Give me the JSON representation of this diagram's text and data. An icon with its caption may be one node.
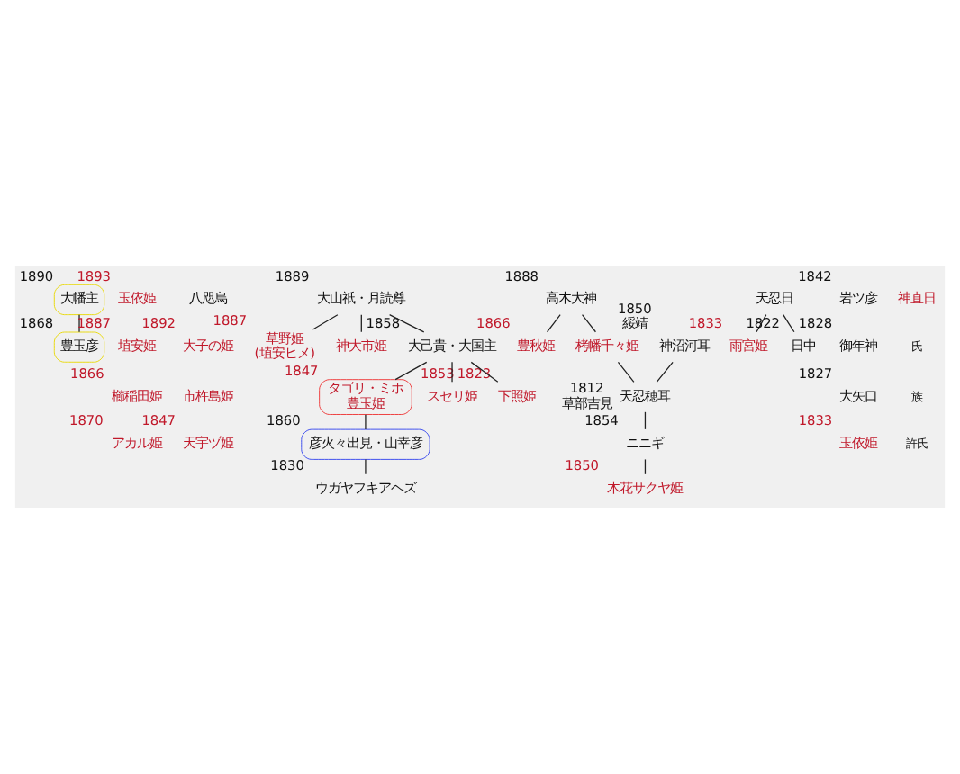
{
  "diagram": {
    "nodes": [
      {
        "text": [
          "大幡主"
        ],
        "beside": [
          "1890"
        ]
      },
      {
        "text": [
          "豊玉彦"
        ],
        "beside": [
          "1868"
        ]
      },
      {
        "text": [
          "玉依姫"
        ],
        "beside": [
          "1893"
        ]
      },
      {
        "text": [
          "埴安姫"
        ],
        "beside": [
          "1887"
        ]
      },
      {
        "text": [
          "櫛稲田姫"
        ],
        "beside": [
          "1866"
        ]
      },
      {
        "text": [
          "アカル姫"
        ],
        "beside": [
          "1870"
        ]
      },
      {
        "text": [
          "八咫烏"
        ]
      },
      {
        "text": [
          "大子の姫"
        ],
        "beside": [
          "1892"
        ]
      },
      {
        "text": [
          "草野姫",
          "(埴安ヒメ)"
        ],
        "beside": [
          "1887"
        ]
      },
      {
        "text": [
          "大山祇・月読尊"
        ],
        "beside": [
          "1889"
        ]
      },
      {
        "text": [
          "高木大神"
        ],
        "beside": [
          "1888"
        ]
      },
      {
        "text": [
          "神大市姫"
        ]
      },
      {
        "text": [
          "豊秋姫"
        ],
        "beside": [
          "1866"
        ]
      },
      {
        "text": [
          "栲幡千々姫"
        ]
      },
      {
        "text": [
          "神沼河耳"
        ],
        "beside": [
          "1850",
          "綏靖"
        ]
      },
      {
        "text": [
          "天忍穂耳"
        ],
        "beside": [
          "1812",
          "草部吉見"
        ]
      },
      {
        "text": [
          "大己貴・大国主"
        ],
        "beside": [
          "1858"
        ]
      },
      {
        "text": [
          "タゴリ・ミホ",
          "豊玉姫"
        ],
        "beside": [
          "1847"
        ]
      },
      {
        "text": [
          "彦火々出見・山幸彦"
        ],
        "beside": [
          "1860"
        ]
      },
      {
        "text": [
          "スセリ姫"
        ],
        "beside": [
          "1853"
        ]
      },
      {
        "text": [
          "市杵島姫"
        ]
      },
      {
        "text": [
          "木花サクヤ姫"
        ],
        "beside": [
          "1850"
        ]
      },
      {
        "text": [
          "ニニギ"
        ],
        "beside": [
          "1854"
        ]
      },
      {
        "text": [
          "天宇ヅ姫"
        ],
        "beside": [
          "1847"
        ]
      },
      {
        "text": [
          "天忍日"
        ]
      },
      {
        "text": [
          "岩ツ彦"
        ],
        "beside": [
          "1842"
        ]
      },
      {
        "text": [
          "雨宮姫"
        ],
        "beside": [
          "1833"
        ]
      },
      {
        "text": [
          "日中"
        ],
        "beside": [
          "1822"
        ]
      },
      {
        "text": [
          "御年神"
        ],
        "beside": [
          "1828"
        ]
      },
      {
        "text": [
          "大矢口"
        ],
        "beside": [
          "1827"
        ]
      },
      {
        "text": [
          "ウガヤフキアヘズ"
        ],
        "beside": [
          "1830"
        ]
      },
      {
        "text": [
          "玉依姫"
        ],
        "beside": [
          "1833"
        ]
      },
      {
        "text": [
          "神直日"
        ]
      },
      {
        "text": [
          "下照姫"
        ],
        "beside": [
          "1823"
        ]
      }
    ],
    "edges": [
      {
        "from": 0,
        "to": 1,
        "arrow": "none"
      },
      {
        "from": 9,
        "to": 8,
        "arrow": "none"
      },
      {
        "from": 9,
        "to": 11,
        "arrow": "none"
      },
      {
        "from": 9,
        "to": 16,
        "arrow": "none"
      },
      {
        "from": 10,
        "to": 12,
        "arrow": "none"
      },
      {
        "from": 10,
        "to": 13,
        "arrow": "none"
      },
      {
        "from": 13,
        "to": 15,
        "arrow": "none"
      },
      {
        "from": 14,
        "to": 15,
        "arrow": "none"
      },
      {
        "from": 16,
        "to": 17,
        "arrow": "none"
      },
      {
        "from": 17,
        "to": 18,
        "arrow": "none"
      },
      {
        "from": 18,
        "to": 30,
        "arrow": "none"
      },
      {
        "from": 16,
        "to": 19,
        "arrow": "none"
      },
      {
        "from": 15,
        "to": 22,
        "arrow": "none"
      },
      {
        "from": 22,
        "to": 21,
        "arrow": "none"
      },
      {
        "from": 24,
        "to": 26,
        "arrow": "none"
      },
      {
        "from": 24,
        "to": 27,
        "arrow": "none"
      },
      {
        "from": 16,
        "to": 33,
        "arrow": "none"
      }
    ],
    "labels": [
      "氏",
      "族",
      "許氏"
    ]
  }
}
